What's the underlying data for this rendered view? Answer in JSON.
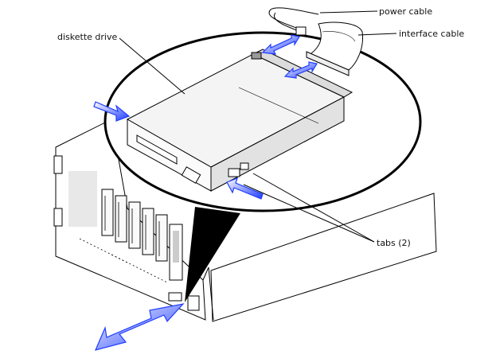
{
  "labels": {
    "power_cable": "power cable",
    "diskette_drive": "diskette drive",
    "interface_cable": "interface cable",
    "tabs": "tabs (2)"
  },
  "colors": {
    "arrow_blue": "#1f3cff",
    "line": "#000000",
    "drive_fill": "#f4f4f4",
    "chassis_fill": "#ffffff"
  }
}
